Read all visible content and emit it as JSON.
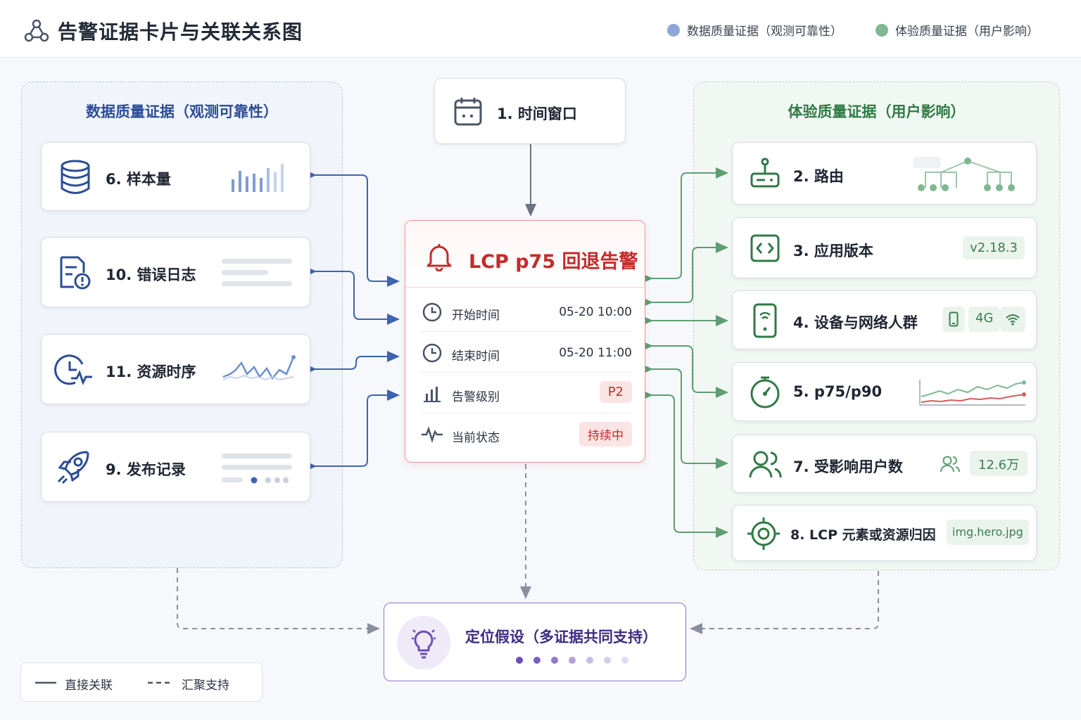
{
  "header": {
    "title": "告警证据卡片与关联关系图",
    "legend": [
      {
        "label": "数据质量证据（观测可靠性）",
        "color": "#8ea7d9"
      },
      {
        "label": "体验质量证据（用户影响）",
        "color": "#7fb891"
      }
    ]
  },
  "left_group": {
    "title": "数据质量证据（观测可靠性）",
    "cards": [
      {
        "label": "6. 样本量",
        "icon": "database-icon"
      },
      {
        "label": "10. 错误日志",
        "icon": "error-log-icon"
      },
      {
        "label": "11. 资源时序",
        "icon": "timeline-icon"
      },
      {
        "label": "9. 发布记录",
        "icon": "rocket-icon"
      }
    ]
  },
  "time_window": {
    "label": "1. 时间窗口",
    "icon": "calendar-icon"
  },
  "alert": {
    "title": "LCP p75 回退告警",
    "rows": [
      {
        "label": "开始时间",
        "value": "05-20 10:00",
        "icon": "clock-icon"
      },
      {
        "label": "结束时间",
        "value": "05-20 11:00",
        "icon": "clock-icon"
      },
      {
        "label": "告警级别",
        "value": "P2",
        "icon": "bar-chart-icon"
      },
      {
        "label": "当前状态",
        "value": "持续中",
        "icon": "pulse-icon"
      }
    ]
  },
  "right_group": {
    "title": "体验质量证据（用户影响）",
    "cards": [
      {
        "label": "2. 路由",
        "icon": "router-icon"
      },
      {
        "label": "3. 应用版本",
        "icon": "code-icon",
        "chip": "v2.18.3"
      },
      {
        "label": "4. 设备与网络人群",
        "icon": "phone-icon",
        "chip": "4G"
      },
      {
        "label": "5. p75/p90",
        "icon": "gauge-icon"
      },
      {
        "label": "7. 受影响用户数",
        "icon": "users-icon",
        "chip": "12.6万"
      },
      {
        "label": "8. LCP 元素或资源归因",
        "icon": "target-icon",
        "chip": "img.hero.jpg"
      }
    ]
  },
  "hypothesis": {
    "label": "定位假设（多证据共同支持）",
    "icon": "lightbulb-icon"
  },
  "legend_bottom": {
    "solid": "直接关联",
    "dashed": "汇聚支持"
  }
}
